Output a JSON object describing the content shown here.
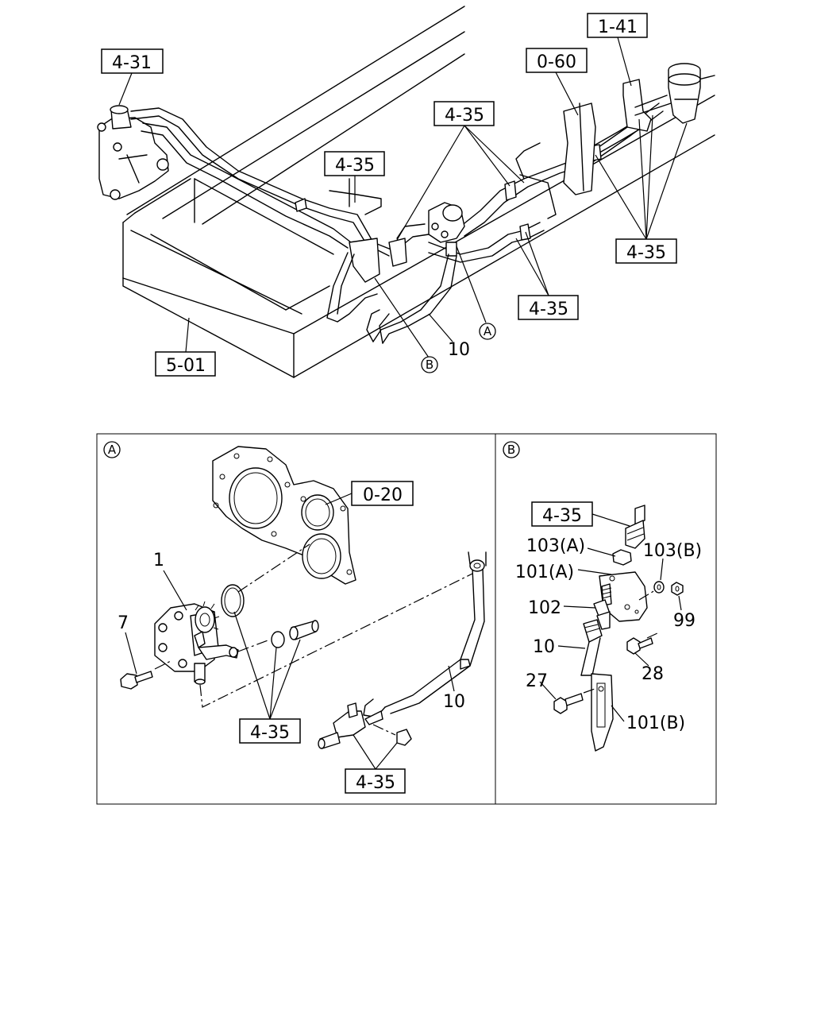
{
  "top_diagram": {
    "ref_labels": {
      "r_4_31": "4-31",
      "r_1_41": "1-41",
      "r_0_60": "0-60",
      "r_4_35_a": "4-35",
      "r_4_35_b": "4-35",
      "r_4_35_c": "4-35",
      "r_4_35_d": "4-35",
      "r_5_01": "5-01"
    },
    "part_numbers": {
      "p10": "10"
    },
    "callouts": {
      "a": "A",
      "b": "B"
    }
  },
  "detail_a": {
    "panel_mark": "A",
    "ref_labels": {
      "r_0_20": "0-20",
      "r_4_35_a": "4-35",
      "r_4_35_b": "4-35"
    },
    "part_numbers": {
      "p1": "1",
      "p7": "7",
      "p10": "10"
    }
  },
  "detail_b": {
    "panel_mark": "B",
    "ref_labels": {
      "r_4_35": "4-35"
    },
    "part_numbers": {
      "p103a": "103(A)",
      "p103b": "103(B)",
      "p101a": "101(A)",
      "p102": "102",
      "p99": "99",
      "p10": "10",
      "p28": "28",
      "p27": "27",
      "p101b": "101(B)"
    }
  }
}
